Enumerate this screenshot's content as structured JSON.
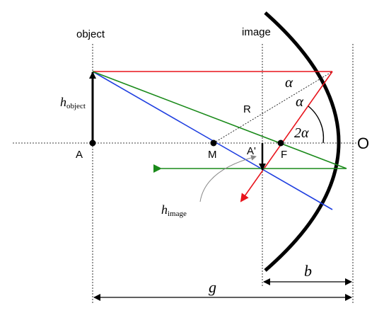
{
  "labels": {
    "object": "object",
    "image": "image",
    "R": "R",
    "alpha_1": "α",
    "alpha_2": "α",
    "two_alpha": "2α",
    "O": "O",
    "A": "A",
    "M": "M",
    "A_prime": "A'",
    "F": "F",
    "h_object_main": "h",
    "h_object_sub": "object",
    "h_image_main": "h",
    "h_image_sub": "image",
    "b": "b",
    "g": "g"
  },
  "colors": {
    "ray_parallel": "#e8141c",
    "ray_center": "#1f3fe0",
    "ray_focus": "#1a8a1a",
    "mirror": "#000000",
    "guides": "#000000",
    "label_line": "#888888"
  }
}
